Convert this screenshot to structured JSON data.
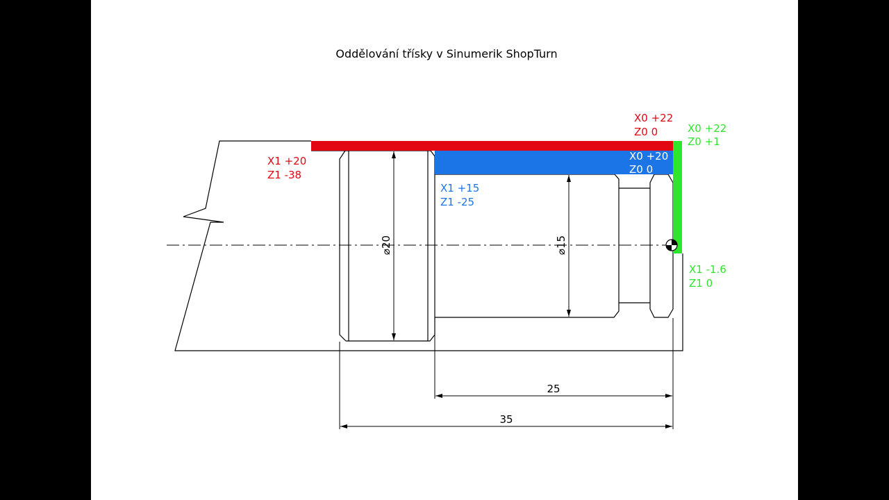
{
  "title": "Oddělování třísky v Sinumerik ShopTurn",
  "colors": {
    "red": "#e30613",
    "blue": "#1c75e6",
    "green": "#2ee62e",
    "outline": "#000000",
    "background": "#ffffff",
    "letterbox": "#000000"
  },
  "labels": {
    "red_start": {
      "x": "X0 +22",
      "z": "Z0 0"
    },
    "red_end": {
      "x": "X1 +20",
      "z": "Z1 -38"
    },
    "blue_start": {
      "x": "X0 +20",
      "z": "Z0 0"
    },
    "blue_end": {
      "x": "X1 +15",
      "z": "Z1 -25"
    },
    "green_start": {
      "x": "X0 +22",
      "z": "Z0 +1"
    },
    "green_end": {
      "x": "X1 -1.6",
      "z": "Z1 0"
    }
  },
  "dimensions": {
    "dia_large": "⌀20",
    "dia_small": "⌀15",
    "len_25": "25",
    "len_35": "35"
  }
}
